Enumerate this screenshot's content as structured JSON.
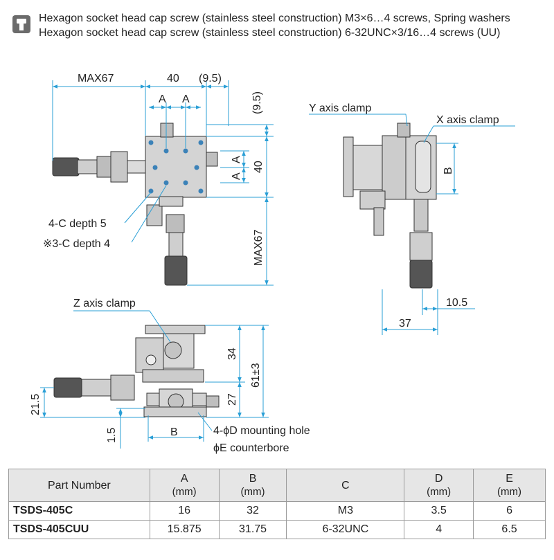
{
  "header": {
    "icon": "screw-icon",
    "line1": "Hexagon socket head cap screw (stainless steel construction) M3×6…4 screws, Spring washers",
    "line2": "Hexagon socket head cap screw (stainless steel construction) 6-32UNC×3/16…4 screws (UU)"
  },
  "top_view": {
    "dim_max67_top": "MAX67",
    "dim_40_top": "40",
    "dim_9_5_top": "(9.5)",
    "dim_a_left": "A",
    "dim_a_right": "A",
    "dim_9_5_side": "(9.5)",
    "dim_a_upper": "A",
    "dim_a_lower": "A",
    "dim_40_side": "40",
    "dim_max67_side": "MAX67",
    "label_4c": "4-C depth 5",
    "label_3c": "※3-C depth 4"
  },
  "side_view": {
    "label_y_clamp": "Y axis clamp",
    "label_x_clamp": "X axis clamp",
    "dim_b": "B",
    "dim_10_5": "10.5",
    "dim_37": "37"
  },
  "front_view": {
    "label_z_clamp": "Z axis clamp",
    "dim_34": "34",
    "dim_61": "61±3",
    "dim_27": "27",
    "dim_21_5": "21.5",
    "dim_1_5": "1.5",
    "dim_b": "B",
    "label_mount": "4-ϕD mounting hole",
    "label_counterbore": "ϕE counterbore"
  },
  "table": {
    "headers": [
      {
        "name": "Part Number",
        "unit": ""
      },
      {
        "name": "A",
        "unit": "(mm)"
      },
      {
        "name": "B",
        "unit": "(mm)"
      },
      {
        "name": "C",
        "unit": ""
      },
      {
        "name": "D",
        "unit": "(mm)"
      },
      {
        "name": "E",
        "unit": "(mm)"
      }
    ],
    "rows": [
      [
        "TSDS-405C",
        "16",
        "32",
        "M3",
        "3.5",
        "6"
      ],
      [
        "TSDS-405CUU",
        "15.875",
        "31.75",
        "6-32UNC",
        "4",
        "6.5"
      ]
    ]
  },
  "colors": {
    "dimension": "#2a9fd6",
    "metal": "#d9d9d9",
    "outline": "#333333",
    "table_header": "#e6e6e6"
  }
}
